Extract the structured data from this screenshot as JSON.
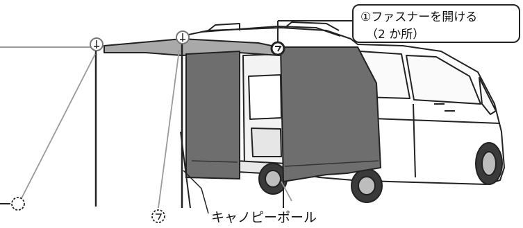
{
  "callout": {
    "line1": "①ファスナーを開ける",
    "line2": "（2 か所）"
  },
  "labels": {
    "canopy_pole": "キャノピーポール"
  },
  "colors": {
    "line": "#222222",
    "panel": "#6e6e6e",
    "canopy": "#a9a9a9",
    "rope": "#9a9a9a"
  }
}
